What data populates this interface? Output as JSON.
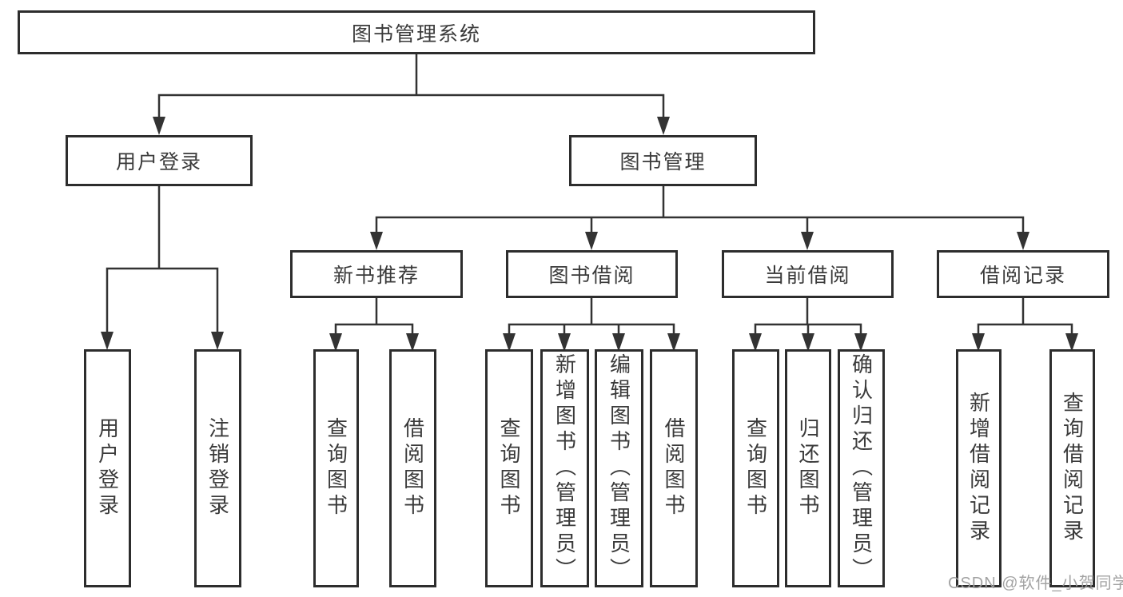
{
  "colors": {
    "border": "#2d2d2d",
    "line": "#333333",
    "arrow": "#333333",
    "text": "#3a3a3a",
    "watermark": "#9e9e9e",
    "background": "#ffffff"
  },
  "tree": {
    "root": {
      "label": "图书管理系统"
    },
    "branches": [
      {
        "label": "用户登录",
        "children": [
          {
            "label": "用户登录"
          },
          {
            "label": "注销登录"
          }
        ]
      },
      {
        "label": "图书管理",
        "children": [
          {
            "label": "新书推荐",
            "children": [
              {
                "label": "查询图书"
              },
              {
                "label": "借阅图书"
              }
            ]
          },
          {
            "label": "图书借阅",
            "children": [
              {
                "label": "查询图书"
              },
              {
                "label": "新增图书（管理员）"
              },
              {
                "label": "编辑图书（管理员）"
              },
              {
                "label": "借阅图书"
              }
            ]
          },
          {
            "label": "当前借阅",
            "children": [
              {
                "label": "查询图书"
              },
              {
                "label": "归还图书"
              },
              {
                "label": "确认归还（管理员）"
              }
            ]
          },
          {
            "label": "借阅记录",
            "children": [
              {
                "label": "新增借阅记录"
              },
              {
                "label": "查询借阅记录"
              }
            ]
          }
        ]
      }
    ]
  },
  "watermark": {
    "text": "CSDN @软件_小贺同学"
  }
}
